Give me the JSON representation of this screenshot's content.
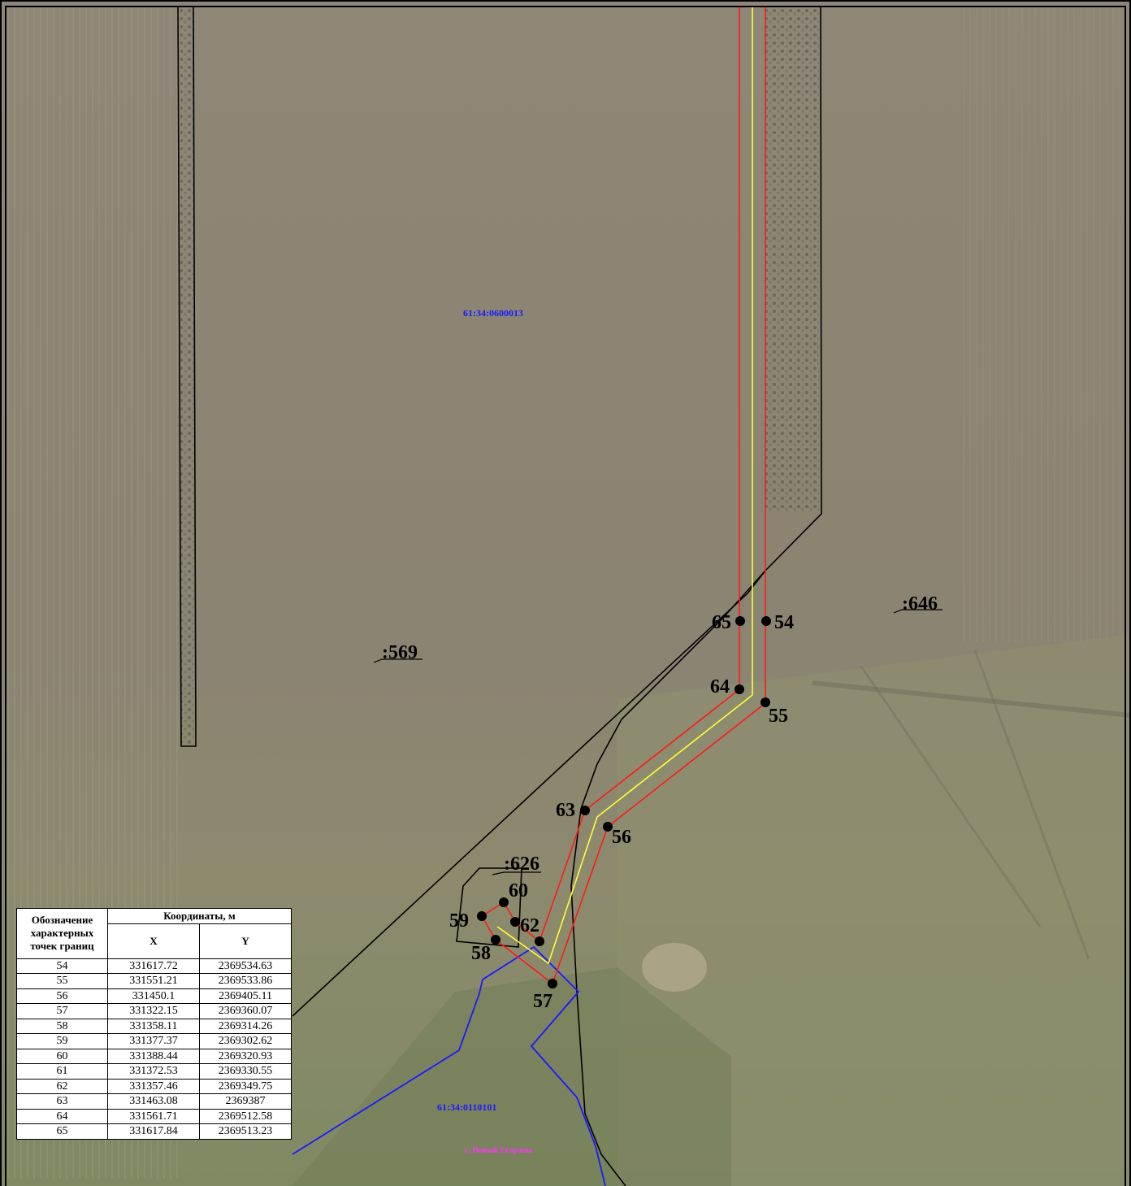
{
  "map": {
    "cadastral_labels": {
      "block_north": "61:34:0600013",
      "block_south": "61:34:0110101",
      "parcel_569": ":569",
      "parcel_646": ":646",
      "parcel_626": ":626"
    },
    "settlement_label": "с. Новый Егорлык",
    "colors": {
      "boundary_red": "#ff1a1a",
      "axis_yellow": "#ffff33",
      "parcel_black": "#000000",
      "block_blue": "#1a1aff",
      "settlement_magenta": "#ff33ff",
      "cadastral_blue_text": "#1a1aff"
    },
    "point_labels": [
      "54",
      "55",
      "56",
      "57",
      "58",
      "59",
      "60",
      "62",
      "63",
      "64",
      "65"
    ]
  },
  "table": {
    "header_point": "Обозначение характерных точек границ",
    "header_coords": "Координаты, м",
    "header_x": "X",
    "header_y": "Y",
    "rows": [
      {
        "point": "54",
        "x": "331617.72",
        "y": "2369534.63"
      },
      {
        "point": "55",
        "x": "331551.21",
        "y": "2369533.86"
      },
      {
        "point": "56",
        "x": "331450.1",
        "y": "2369405.11"
      },
      {
        "point": "57",
        "x": "331322.15",
        "y": "2369360.07"
      },
      {
        "point": "58",
        "x": "331358.11",
        "y": "2369314.26"
      },
      {
        "point": "59",
        "x": "331377.37",
        "y": "2369302.62"
      },
      {
        "point": "60",
        "x": "331388.44",
        "y": "2369320.93"
      },
      {
        "point": "61",
        "x": "331372.53",
        "y": "2369330.55"
      },
      {
        "point": "62",
        "x": "331357.46",
        "y": "2369349.75"
      },
      {
        "point": "63",
        "x": "331463.08",
        "y": "2369387"
      },
      {
        "point": "64",
        "x": "331561.71",
        "y": "2369512.58"
      },
      {
        "point": "65",
        "x": "331617.84",
        "y": "2369513.23"
      }
    ]
  }
}
